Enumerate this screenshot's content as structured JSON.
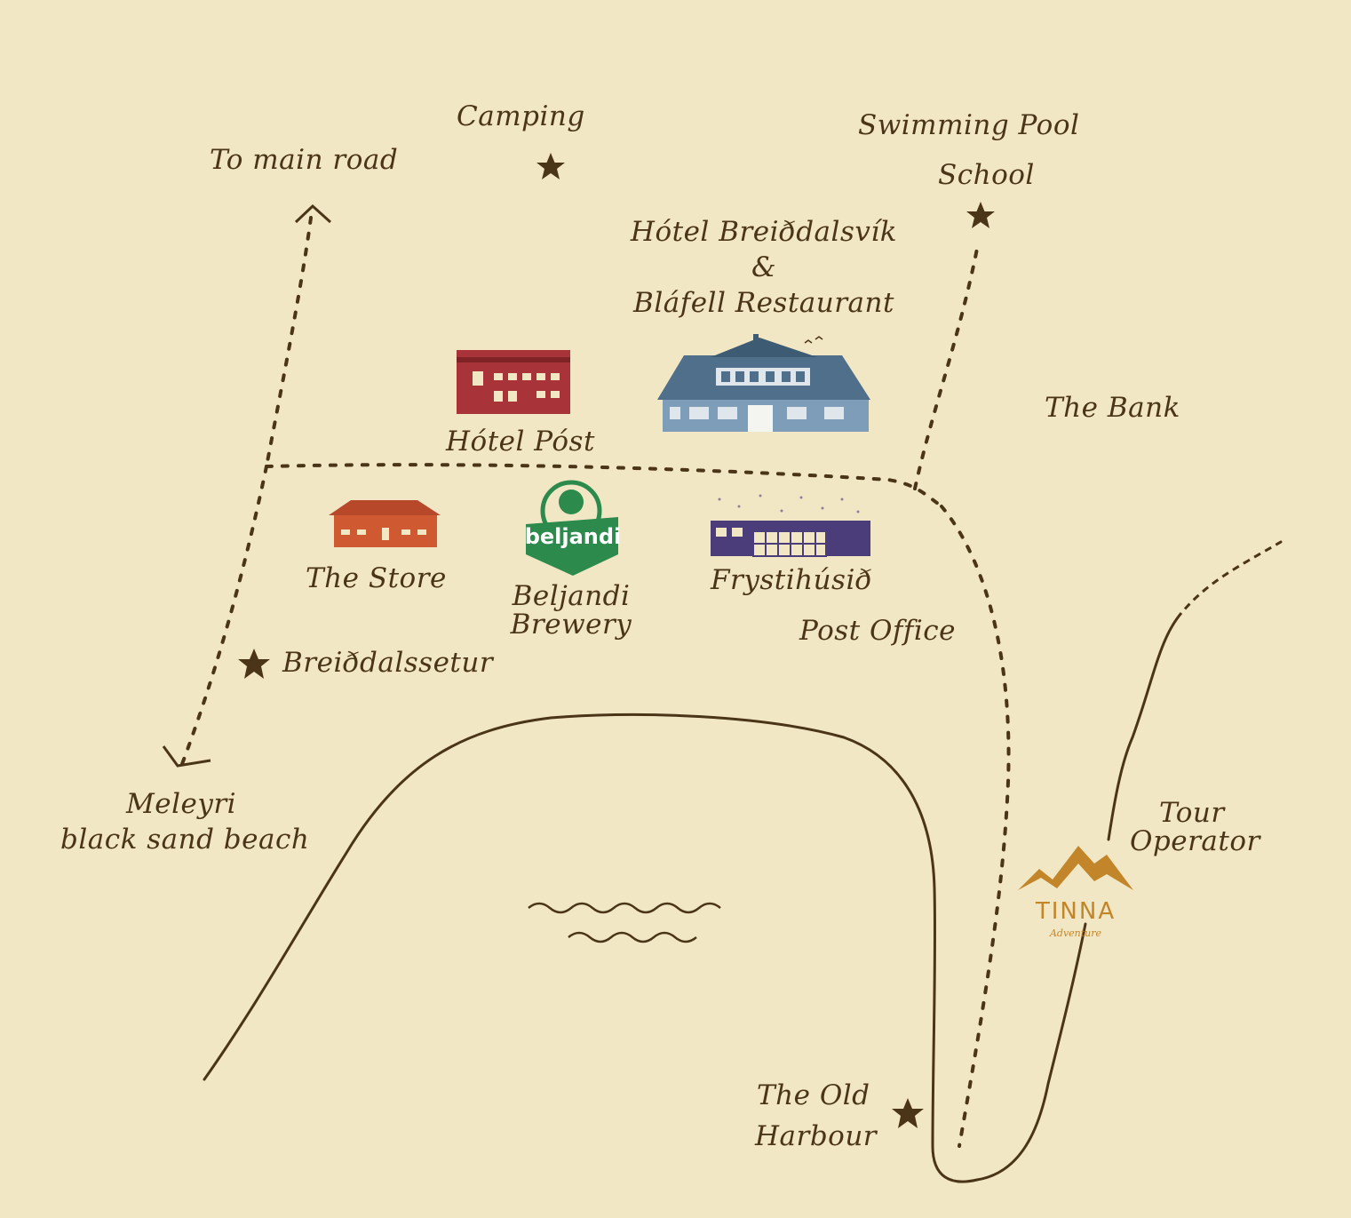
{
  "palette": {
    "background": "#f2e7c4",
    "ink": "#4a3518",
    "hotel_post_red": "#a8343a",
    "hotel_blue": "#4f6f8a",
    "store_orange": "#cf5a32",
    "brewery_green": "#2c8a4c",
    "frystihusid_purple": "#4b3d7a",
    "tinna_gold": "#c2852a"
  },
  "labels": {
    "camping": "Camping",
    "to_main_road": "To main road",
    "swimming_pool": "Swimming Pool",
    "school": "School",
    "hotel_breidalsvik": "Hótel Breiðdalsvík",
    "ampersand": "&",
    "blafell": "Bláfell Restaurant",
    "hotel_post": "Hótel Póst",
    "the_bank": "The Bank",
    "the_store": "The Store",
    "beljandi": "Beljandi",
    "brewery": "Brewery",
    "frystihusid": "Frystihúsið",
    "post_office": "Post Office",
    "breidalssetur": "Breiðdalssetur",
    "meleyri": "Meleyri",
    "black_sand_beach": "black sand beach",
    "tour": "Tour",
    "operator": "Operator",
    "old": "The Old",
    "harbour": "Harbour"
  },
  "logos": {
    "beljandi_text": "beljandi",
    "tinna_text": "TINNA",
    "tinna_sub": "Adventure"
  },
  "icons": [
    "star-icon",
    "hotel-post-building-icon",
    "hotel-breidalsvik-building-icon",
    "store-building-icon",
    "beljandi-logo-icon",
    "frystihusid-building-icon",
    "tinna-logo-icon"
  ]
}
